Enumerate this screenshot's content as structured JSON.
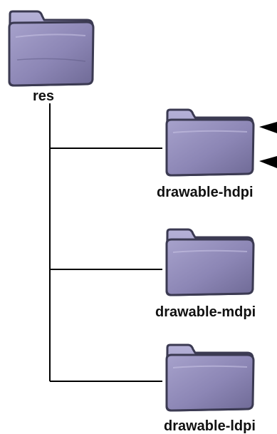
{
  "diagram": {
    "root": {
      "label": "res",
      "icon": "folder-icon"
    },
    "children": [
      {
        "label": "drawable-hdpi",
        "icon": "folder-icon"
      },
      {
        "label": "drawable-mdpi",
        "icon": "folder-icon"
      },
      {
        "label": "drawable-ldpi",
        "icon": "folder-icon"
      }
    ],
    "colors": {
      "folder_fill": "#8e88b3",
      "folder_stroke": "#3b3a52",
      "line": "#000000",
      "text": "#111111"
    }
  }
}
